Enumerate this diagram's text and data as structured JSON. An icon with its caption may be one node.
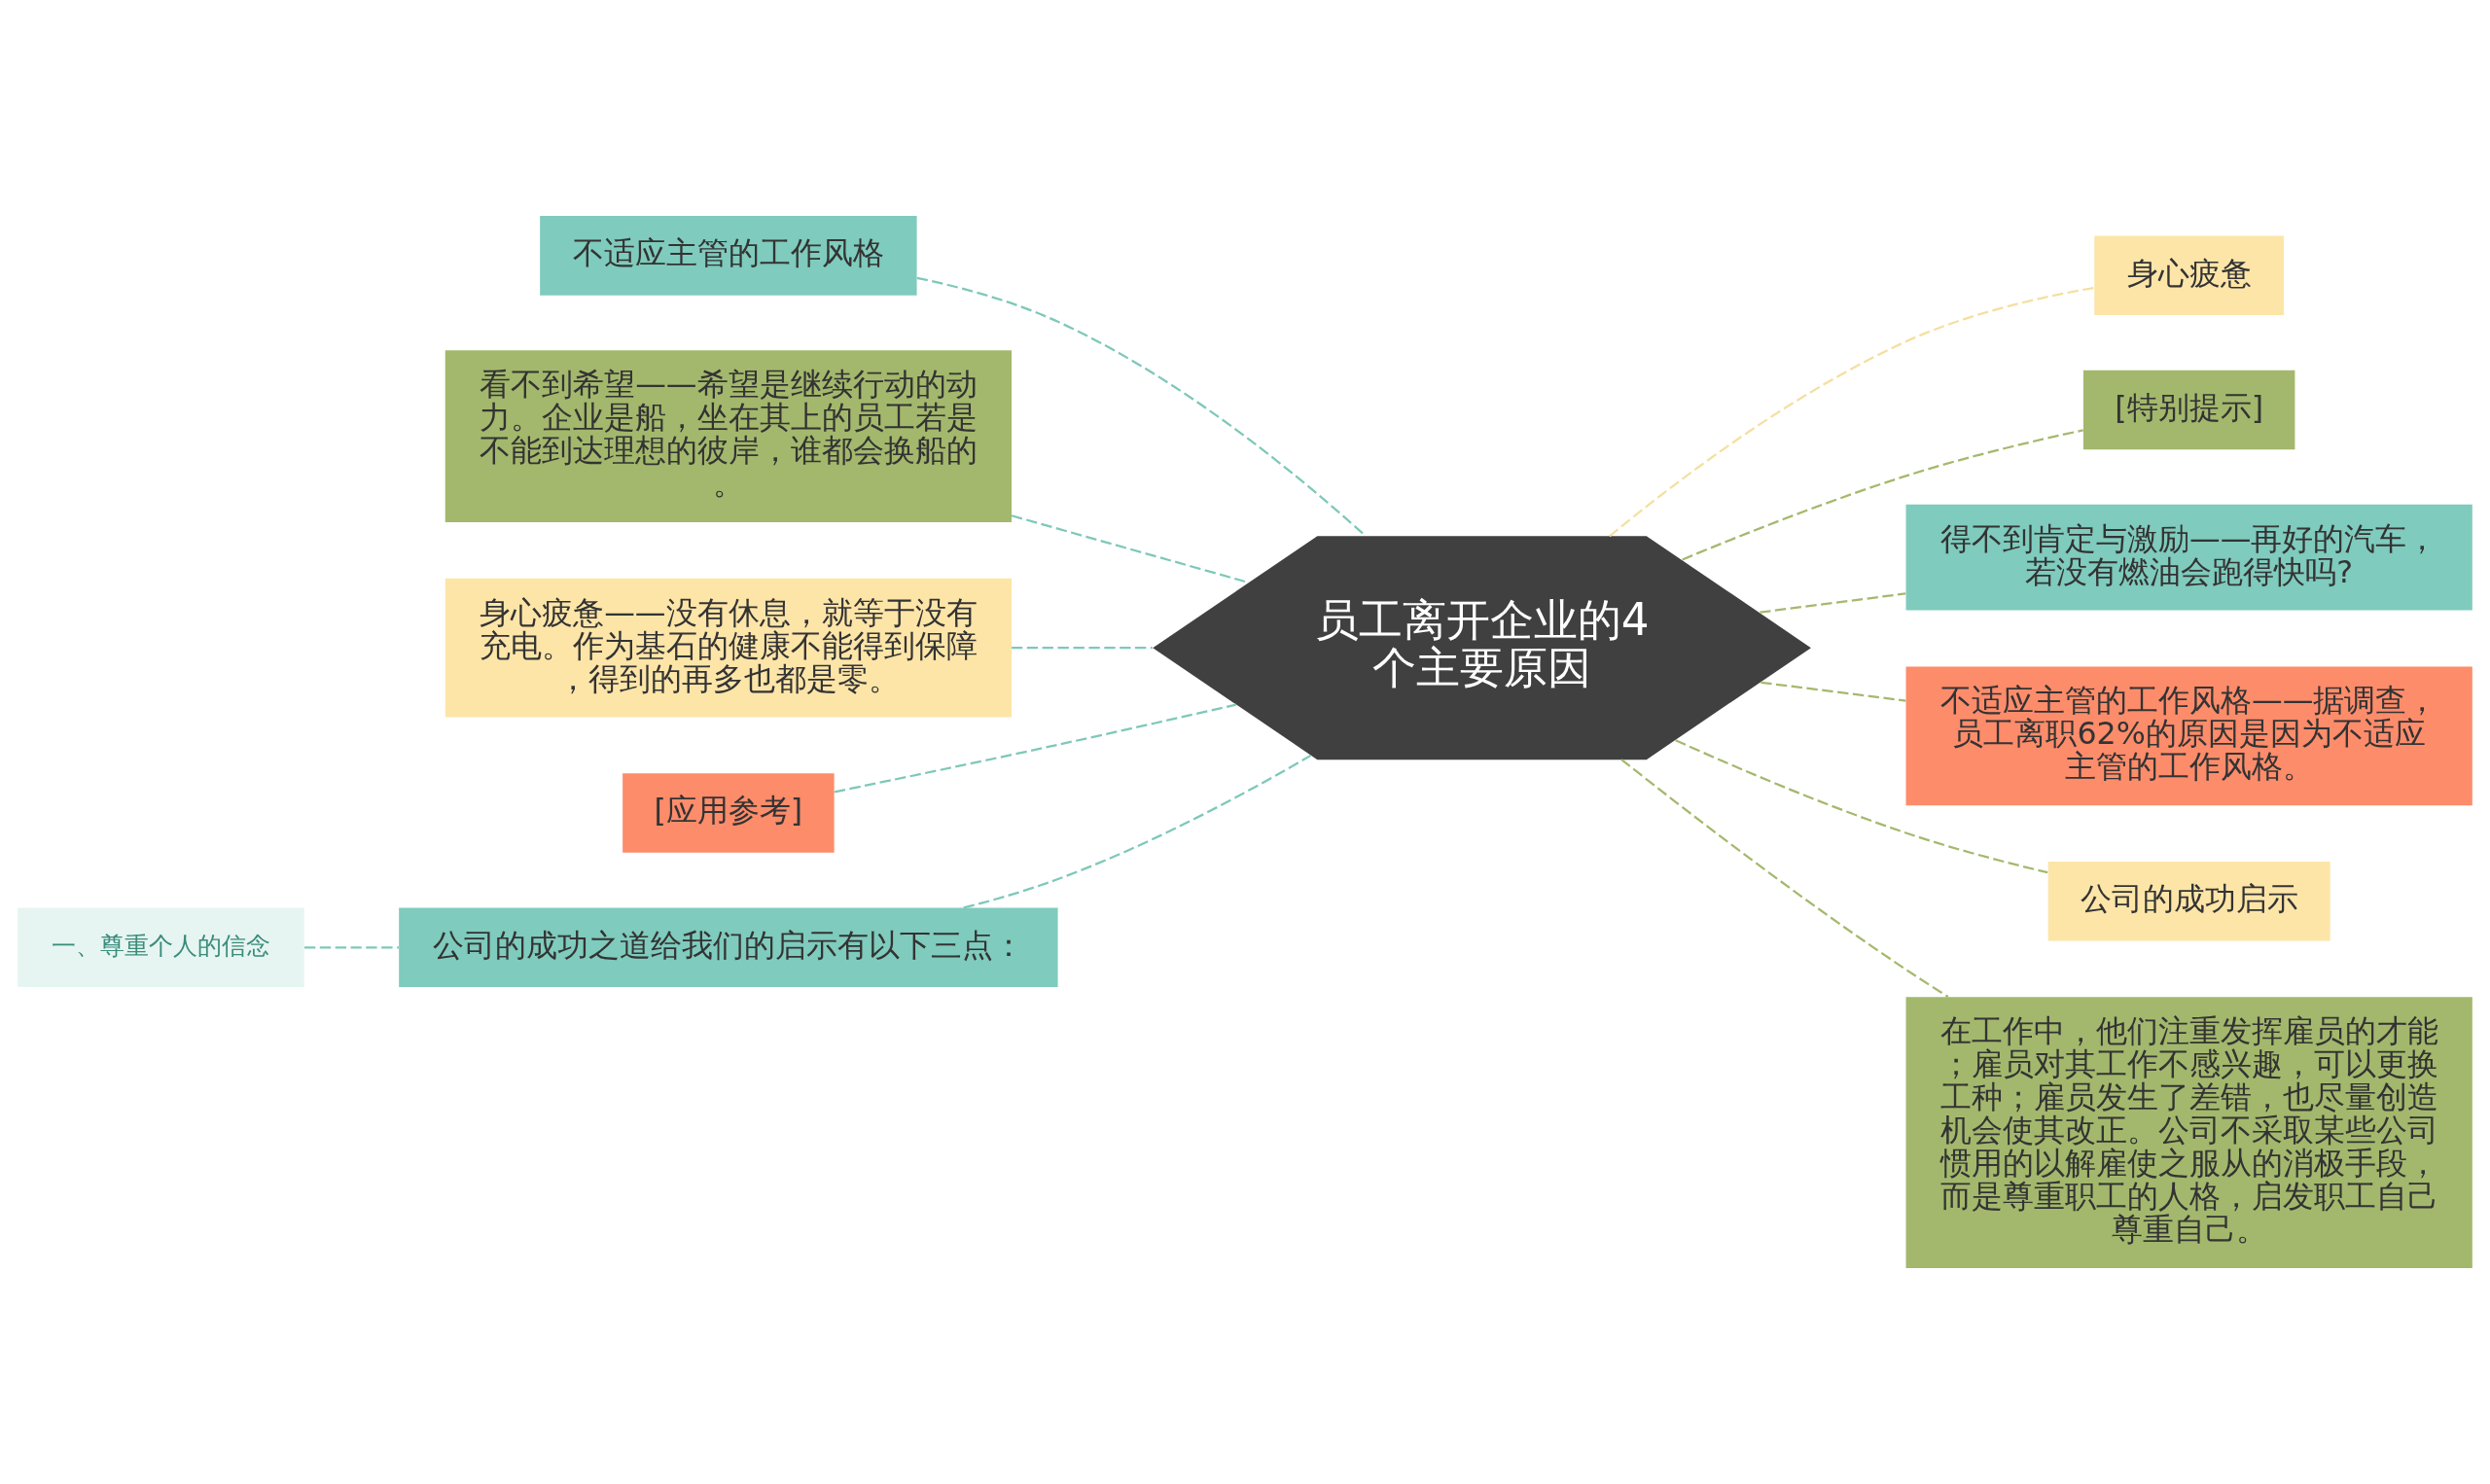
{
  "diagram": {
    "nodes": [
      {
        "text": [
          "员工离开企业的4个主要原因"
        ]
      },
      {
        "text": [
          "不适应主管的工作风格"
        ]
      },
      {
        "text": [
          "看不到希望——希望是继续行动的动力。企业是船，坐在其上的员工若是不能到达理想的彼岸，谁都会换船的。"
        ]
      },
      {
        "text": [
          "身心疲惫——没有休息，就等于没有充电。作为基石的健康不能得到保障，得到的再多也都是零。"
        ]
      },
      {
        "text": [
          "[应用参考]"
        ]
      },
      {
        "text": [
          "公司的成功之道给我们的启示有以下三点："
        ]
      },
      {
        "text": [
          "一、尊重个人的信念"
        ]
      },
      {
        "text": [
          "身心疲惫"
        ]
      },
      {
        "text": [
          "[特别提示]"
        ]
      },
      {
        "text": [
          "得不到肯定与激励——再好的汽车，若没有燃油会跑得快吗?"
        ]
      },
      {
        "text": [
          "不适应主管的工作风格——据调查，员工离职62%的原因是因为不适应主管的工作风格。"
        ]
      },
      {
        "text": [
          "公司的成功启示"
        ]
      },
      {
        "text": [
          "在工作中，他们注重发挥雇员的才能；雇员对其工作不感兴趣，可以更换工种；雇员发生了差错，也尽量创造机会使其改正。公司不采取某些公司惯用的以解雇使之服从的消极手段，而是尊重职工的人格，启发职工自己尊重自己。"
        ]
      }
    ],
    "edges": [
      {
        "from": 0,
        "to": 1,
        "arrow": "none",
        "style": "dashed",
        "color": "#7ec8b8"
      },
      {
        "from": 0,
        "to": 2,
        "arrow": "none",
        "style": "dashed",
        "color": "#7ec8b8"
      },
      {
        "from": 0,
        "to": 3,
        "arrow": "none",
        "style": "dashed",
        "color": "#7ec8b8"
      },
      {
        "from": 0,
        "to": 4,
        "arrow": "none",
        "style": "dashed",
        "color": "#7ec8b8"
      },
      {
        "from": 0,
        "to": 5,
        "arrow": "none",
        "style": "dashed",
        "color": "#7ec8b8"
      },
      {
        "from": 5,
        "to": 6,
        "arrow": "none",
        "style": "dashed",
        "color": "#7ec8b8"
      },
      {
        "from": 0,
        "to": 7,
        "arrow": "none",
        "style": "dashed",
        "color": "#f5dfa0"
      },
      {
        "from": 0,
        "to": 8,
        "arrow": "none",
        "style": "dashed",
        "color": "#a5b86e"
      },
      {
        "from": 0,
        "to": 9,
        "arrow": "none",
        "style": "dashed",
        "color": "#a5b86e"
      },
      {
        "from": 0,
        "to": 10,
        "arrow": "none",
        "style": "dashed",
        "color": "#a5b86e"
      },
      {
        "from": 0,
        "to": 11,
        "arrow": "none",
        "style": "dashed",
        "color": "#a5b86e"
      },
      {
        "from": 0,
        "to": 12,
        "arrow": "none",
        "style": "dashed",
        "color": "#a5b86e"
      }
    ]
  }
}
